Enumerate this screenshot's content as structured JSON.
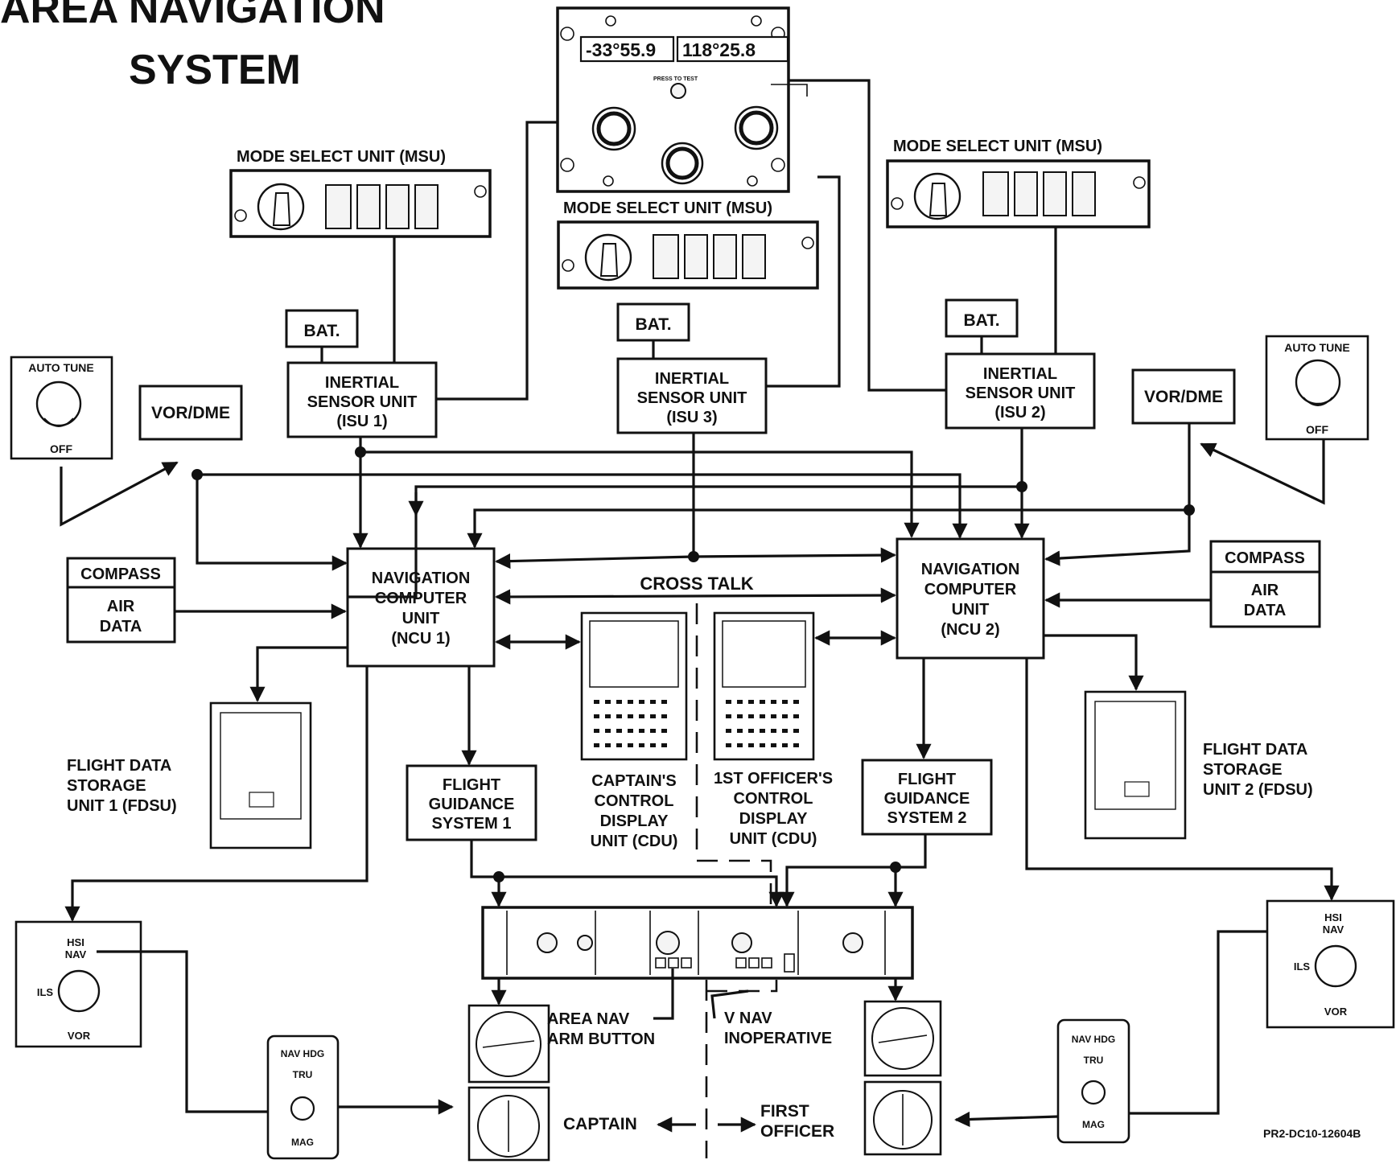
{
  "title": {
    "line1": "AREA NAVIGATION",
    "line2": "SYSTEM"
  },
  "cdu_panel": {
    "display_left": "-33°55.9",
    "display_right": "118°25.8",
    "press_to_test": "PRESS TO TEST"
  },
  "msu": {
    "left": {
      "label": "MODE SELECT UNIT (MSU)"
    },
    "center": {
      "label": "MODE SELECT UNIT (MSU)"
    },
    "right": {
      "label": "MODE SELECT UNIT (MSU)"
    }
  },
  "bat": {
    "left": "BAT.",
    "center": "BAT.",
    "right": "BAT."
  },
  "isu": {
    "isu1": [
      "INERTIAL",
      "SENSOR UNIT",
      "(ISU 1)"
    ],
    "isu3": [
      "INERTIAL",
      "SENSOR UNIT",
      "(ISU 3)"
    ],
    "isu2": [
      "INERTIAL",
      "SENSOR UNIT",
      "(ISU 2)"
    ]
  },
  "auto_tune": {
    "left": {
      "top": "AUTO TUNE",
      "bottom": "OFF"
    },
    "right": {
      "top": "AUTO TUNE",
      "bottom": "OFF"
    }
  },
  "vor_dme": {
    "left": "VOR/DME",
    "right": "VOR/DME"
  },
  "compass": {
    "left": "COMPASS",
    "right": "COMPASS"
  },
  "air_data": {
    "left": [
      "AIR",
      "DATA"
    ],
    "right": [
      "AIR",
      "DATA"
    ]
  },
  "ncu": {
    "ncu1": [
      "NAVIGATION",
      "COMPUTER",
      "UNIT",
      "(NCU 1)"
    ],
    "ncu2": [
      "NAVIGATION",
      "COMPUTER",
      "UNIT",
      "(NCU 2)"
    ]
  },
  "cross_talk": "CROSS TALK",
  "fdsu": {
    "left": [
      "FLIGHT DATA",
      "STORAGE",
      "UNIT 1 (FDSU)"
    ],
    "right": [
      "FLIGHT DATA",
      "STORAGE",
      "UNIT 2 (FDSU)"
    ]
  },
  "fgs": {
    "fgs1": [
      "FLIGHT",
      "GUIDANCE",
      "SYSTEM 1"
    ],
    "fgs2": [
      "FLIGHT",
      "GUIDANCE",
      "SYSTEM 2"
    ]
  },
  "cdu_labels": {
    "captain": [
      "CAPTAIN'S",
      "CONTROL",
      "DISPLAY",
      "UNIT (CDU)"
    ],
    "first_officer": [
      "1ST OFFICER'S",
      "CONTROL",
      "DISPLAY",
      "UNIT (CDU)"
    ]
  },
  "hsi_switch": {
    "left": {
      "top": [
        "HSI",
        "NAV"
      ],
      "mid": "ILS",
      "bottom": "VOR"
    },
    "right": {
      "top": [
        "HSI",
        "NAV"
      ],
      "mid": "ILS",
      "bottom": "VOR"
    }
  },
  "nav_hdg": {
    "left": {
      "top": "NAV HDG",
      "mid": "TRU",
      "bottom": "MAG"
    },
    "right": {
      "top": "NAV HDG",
      "mid": "TRU",
      "bottom": "MAG"
    }
  },
  "area_nav": [
    "AREA NAV",
    "ARM BUTTON"
  ],
  "v_nav": [
    "V NAV",
    "INOPERATIVE"
  ],
  "captain": "CAPTAIN",
  "first_officer": [
    "FIRST",
    "OFFICER"
  ],
  "doc_id": "PR2-DC10-12604B"
}
